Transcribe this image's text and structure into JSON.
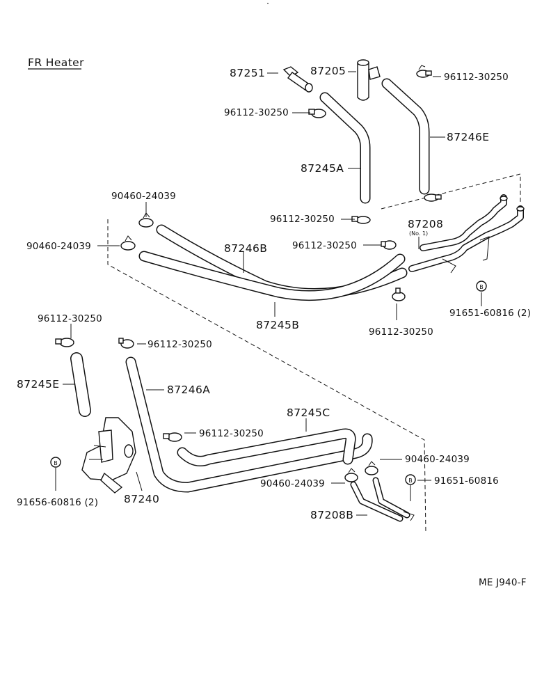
{
  "title": "FR Heater",
  "diagram_code": "ME J940-F",
  "callout_symbol": "B",
  "labels": {
    "p87251": "87251",
    "p87205": "87205",
    "p96112_top_right": "96112-30250",
    "p96112_top_left": "96112-30250",
    "p87246E": "87246E",
    "p87245A": "87245A",
    "p90460_a": "90460-24039",
    "p90460_b": "90460-24039",
    "p96112_mid_a": "96112-30250",
    "p87208": "87208",
    "p87208_note": "(No. 1)",
    "p87246B": "87246B",
    "p96112_mid_b": "96112-30250",
    "p87245B": "87245B",
    "p96112_mid_c": "96112-30250",
    "p91651_two": "91651-60816 (2)",
    "p96112_low_a": "96112-30250",
    "p96112_low_b": "96112-30250",
    "p87245E": "87245E",
    "p87246A": "87246A",
    "p87245C": "87245C",
    "p96112_low_c": "96112-30250",
    "p90460_c": "90460-24039",
    "p90460_d": "90460-24039",
    "p91651_one": "91651-60816",
    "p91656": "91656-60816 (2)",
    "p87240": "87240",
    "p87208B": "87208B"
  }
}
